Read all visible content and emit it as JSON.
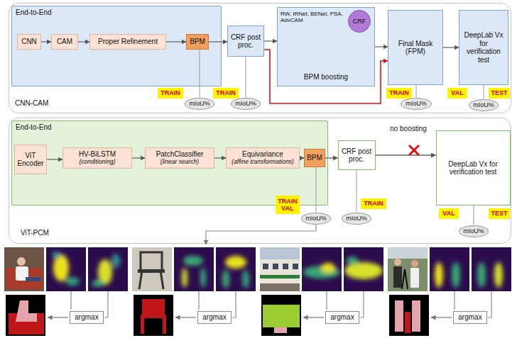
{
  "diagram": {
    "nodes": [
      {
        "text": [
          "CNN-CAM"
        ]
      },
      {
        "text": [
          "End-to-End"
        ],
        "in": 0
      },
      {
        "text": [
          "CNN"
        ],
        "in": 1
      },
      {
        "text": [
          "CAM"
        ],
        "in": 1
      },
      {
        "text": [
          "Proper Refinement"
        ],
        "in": 1
      },
      {
        "text": [
          "BPM"
        ],
        "in": 1
      },
      {
        "text": [
          "CRF post proc."
        ],
        "in": 0
      },
      {
        "text": [
          "RW, IRNet, BENet, PSA, AdvCAM",
          "BPM boosting"
        ],
        "in": 0
      },
      {
        "text": [
          "CRF"
        ],
        "in": 7
      },
      {
        "text": [
          "Final Mask (FPM)"
        ],
        "in": 0
      },
      {
        "text": [
          "DeepLab Vx for verification test"
        ],
        "in": 0
      },
      {
        "text": [
          "TRAIN"
        ],
        "in": 0
      },
      {
        "text": [
          "TRAIN"
        ],
        "in": 0
      },
      {
        "text": [
          "TRAIN"
        ],
        "in": 0
      },
      {
        "text": [
          "VAL"
        ],
        "in": 0
      },
      {
        "text": [
          "TEST"
        ],
        "in": 0
      },
      {
        "text": [
          "mIoU%"
        ],
        "in": 0
      },
      {
        "text": [
          "mIoU%"
        ],
        "in": 0
      },
      {
        "text": [
          "mIoU%"
        ],
        "in": 0
      },
      {
        "text": [
          "mIoU%"
        ],
        "in": 0
      },
      {
        "text": [
          "ViT-PCM"
        ]
      },
      {
        "text": [
          "End-to-End"
        ],
        "in": 20
      },
      {
        "text": [
          "ViT Encoder"
        ],
        "in": 21
      },
      {
        "text": [
          "HV-BiLSTM",
          "(conditioning)"
        ],
        "in": 21
      },
      {
        "text": [
          "PatchClassifier",
          "(linear search)"
        ],
        "in": 21
      },
      {
        "text": [
          "Equivariance",
          "(affine transformations)"
        ],
        "in": 21
      },
      {
        "text": [
          "BPM"
        ],
        "in": 21
      },
      {
        "text": [
          "CRF post proc."
        ],
        "in": 20
      },
      {
        "text": [
          "DeepLab Vx for verification test"
        ],
        "in": 20
      },
      {
        "text": [
          "TRAIN VAL"
        ],
        "in": 20
      },
      {
        "text": [
          "TRAIN"
        ],
        "in": 20
      },
      {
        "text": [
          "VAL"
        ],
        "in": 20
      },
      {
        "text": [
          "TEST"
        ],
        "in": 20
      },
      {
        "text": [
          "mIoU%"
        ],
        "in": 20
      },
      {
        "text": [
          "mIoU%"
        ],
        "in": 20
      },
      {
        "text": [
          "mIoU%"
        ],
        "in": 20
      },
      {
        "text": [
          "argmax"
        ]
      },
      {
        "text": [
          "argmax"
        ]
      },
      {
        "text": [
          "argmax"
        ]
      },
      {
        "text": [
          "argmax"
        ]
      }
    ],
    "edges": [
      {
        "from": 2,
        "to": 3,
        "arrow": "to"
      },
      {
        "from": 3,
        "to": 4,
        "arrow": "to"
      },
      {
        "from": 4,
        "to": 5,
        "arrow": "to"
      },
      {
        "from": 5,
        "to": 6,
        "arrow": "to"
      },
      {
        "from": 6,
        "to": 7,
        "arrow": "to"
      },
      {
        "from": 7,
        "to": 9,
        "arrow": "to"
      },
      {
        "from": 9,
        "to": 10,
        "arrow": "to"
      },
      {
        "from": 6,
        "to": 9,
        "arrow": "to"
      },
      {
        "from": 5,
        "to": 16,
        "arrow": "none"
      },
      {
        "from": 6,
        "to": 17,
        "arrow": "none"
      },
      {
        "from": 9,
        "to": 18,
        "arrow": "none"
      },
      {
        "from": 10,
        "to": 19,
        "arrow": "none"
      },
      {
        "from": 22,
        "to": 23,
        "arrow": "to"
      },
      {
        "from": 23,
        "to": 24,
        "arrow": "to"
      },
      {
        "from": 24,
        "to": 25,
        "arrow": "to"
      },
      {
        "from": 25,
        "to": 26,
        "arrow": "to"
      },
      {
        "from": 26,
        "to": 27,
        "arrow": "to"
      },
      {
        "from": 27,
        "to": 28,
        "arrow": "to"
      },
      {
        "from": 26,
        "to": 33,
        "arrow": "none"
      },
      {
        "from": 27,
        "to": 34,
        "arrow": "none"
      },
      {
        "from": 28,
        "to": 35,
        "arrow": "none"
      }
    ],
    "labels": [
      "no boosting"
    ]
  }
}
